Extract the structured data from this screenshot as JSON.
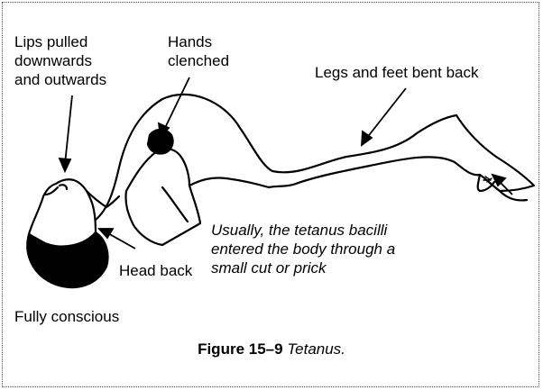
{
  "labels": {
    "lips": [
      "Lips pulled",
      "downwards",
      "and outwards"
    ],
    "hands": [
      "Hands",
      "clenched"
    ],
    "legs": "Legs and feet bent back",
    "head": "Head back",
    "note": [
      "Usually, the tetanus bacilli",
      "entered the body through a",
      "small cut or prick"
    ],
    "conscious": "Fully conscious"
  },
  "caption": {
    "figure": "Figure 15–9",
    "title": "Tetanus."
  }
}
